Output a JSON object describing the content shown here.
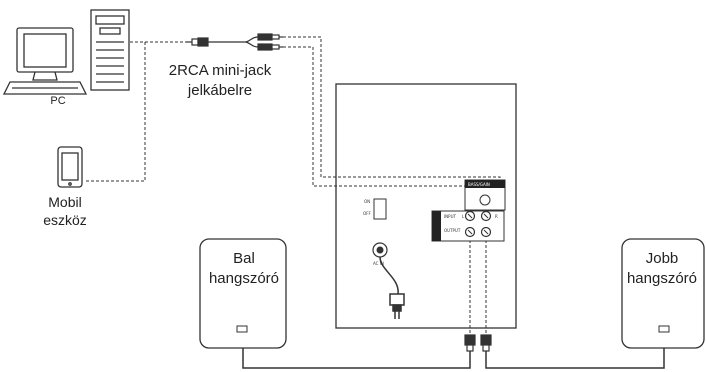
{
  "devices": {
    "pc_label": "PC",
    "mobile_label_line1": "Mobil",
    "mobile_label_line2": "eszköz"
  },
  "cable": {
    "label_line1": "2RCA mini-jack",
    "label_line2": "jelkábelre"
  },
  "speakers": {
    "left_line1": "Bal",
    "left_line2": "hangszóró",
    "right_line1": "Jobb",
    "right_line2": "hangszóró"
  },
  "subwoofer_panel": {
    "switch_on": "ON",
    "switch_off": "OFF",
    "bass_label": "BASS/GAIN",
    "input_label": "INPUT",
    "output_label": "OUTPUT",
    "dc_in_label": "AC IN",
    "l_label": "L",
    "r_label": "R"
  }
}
